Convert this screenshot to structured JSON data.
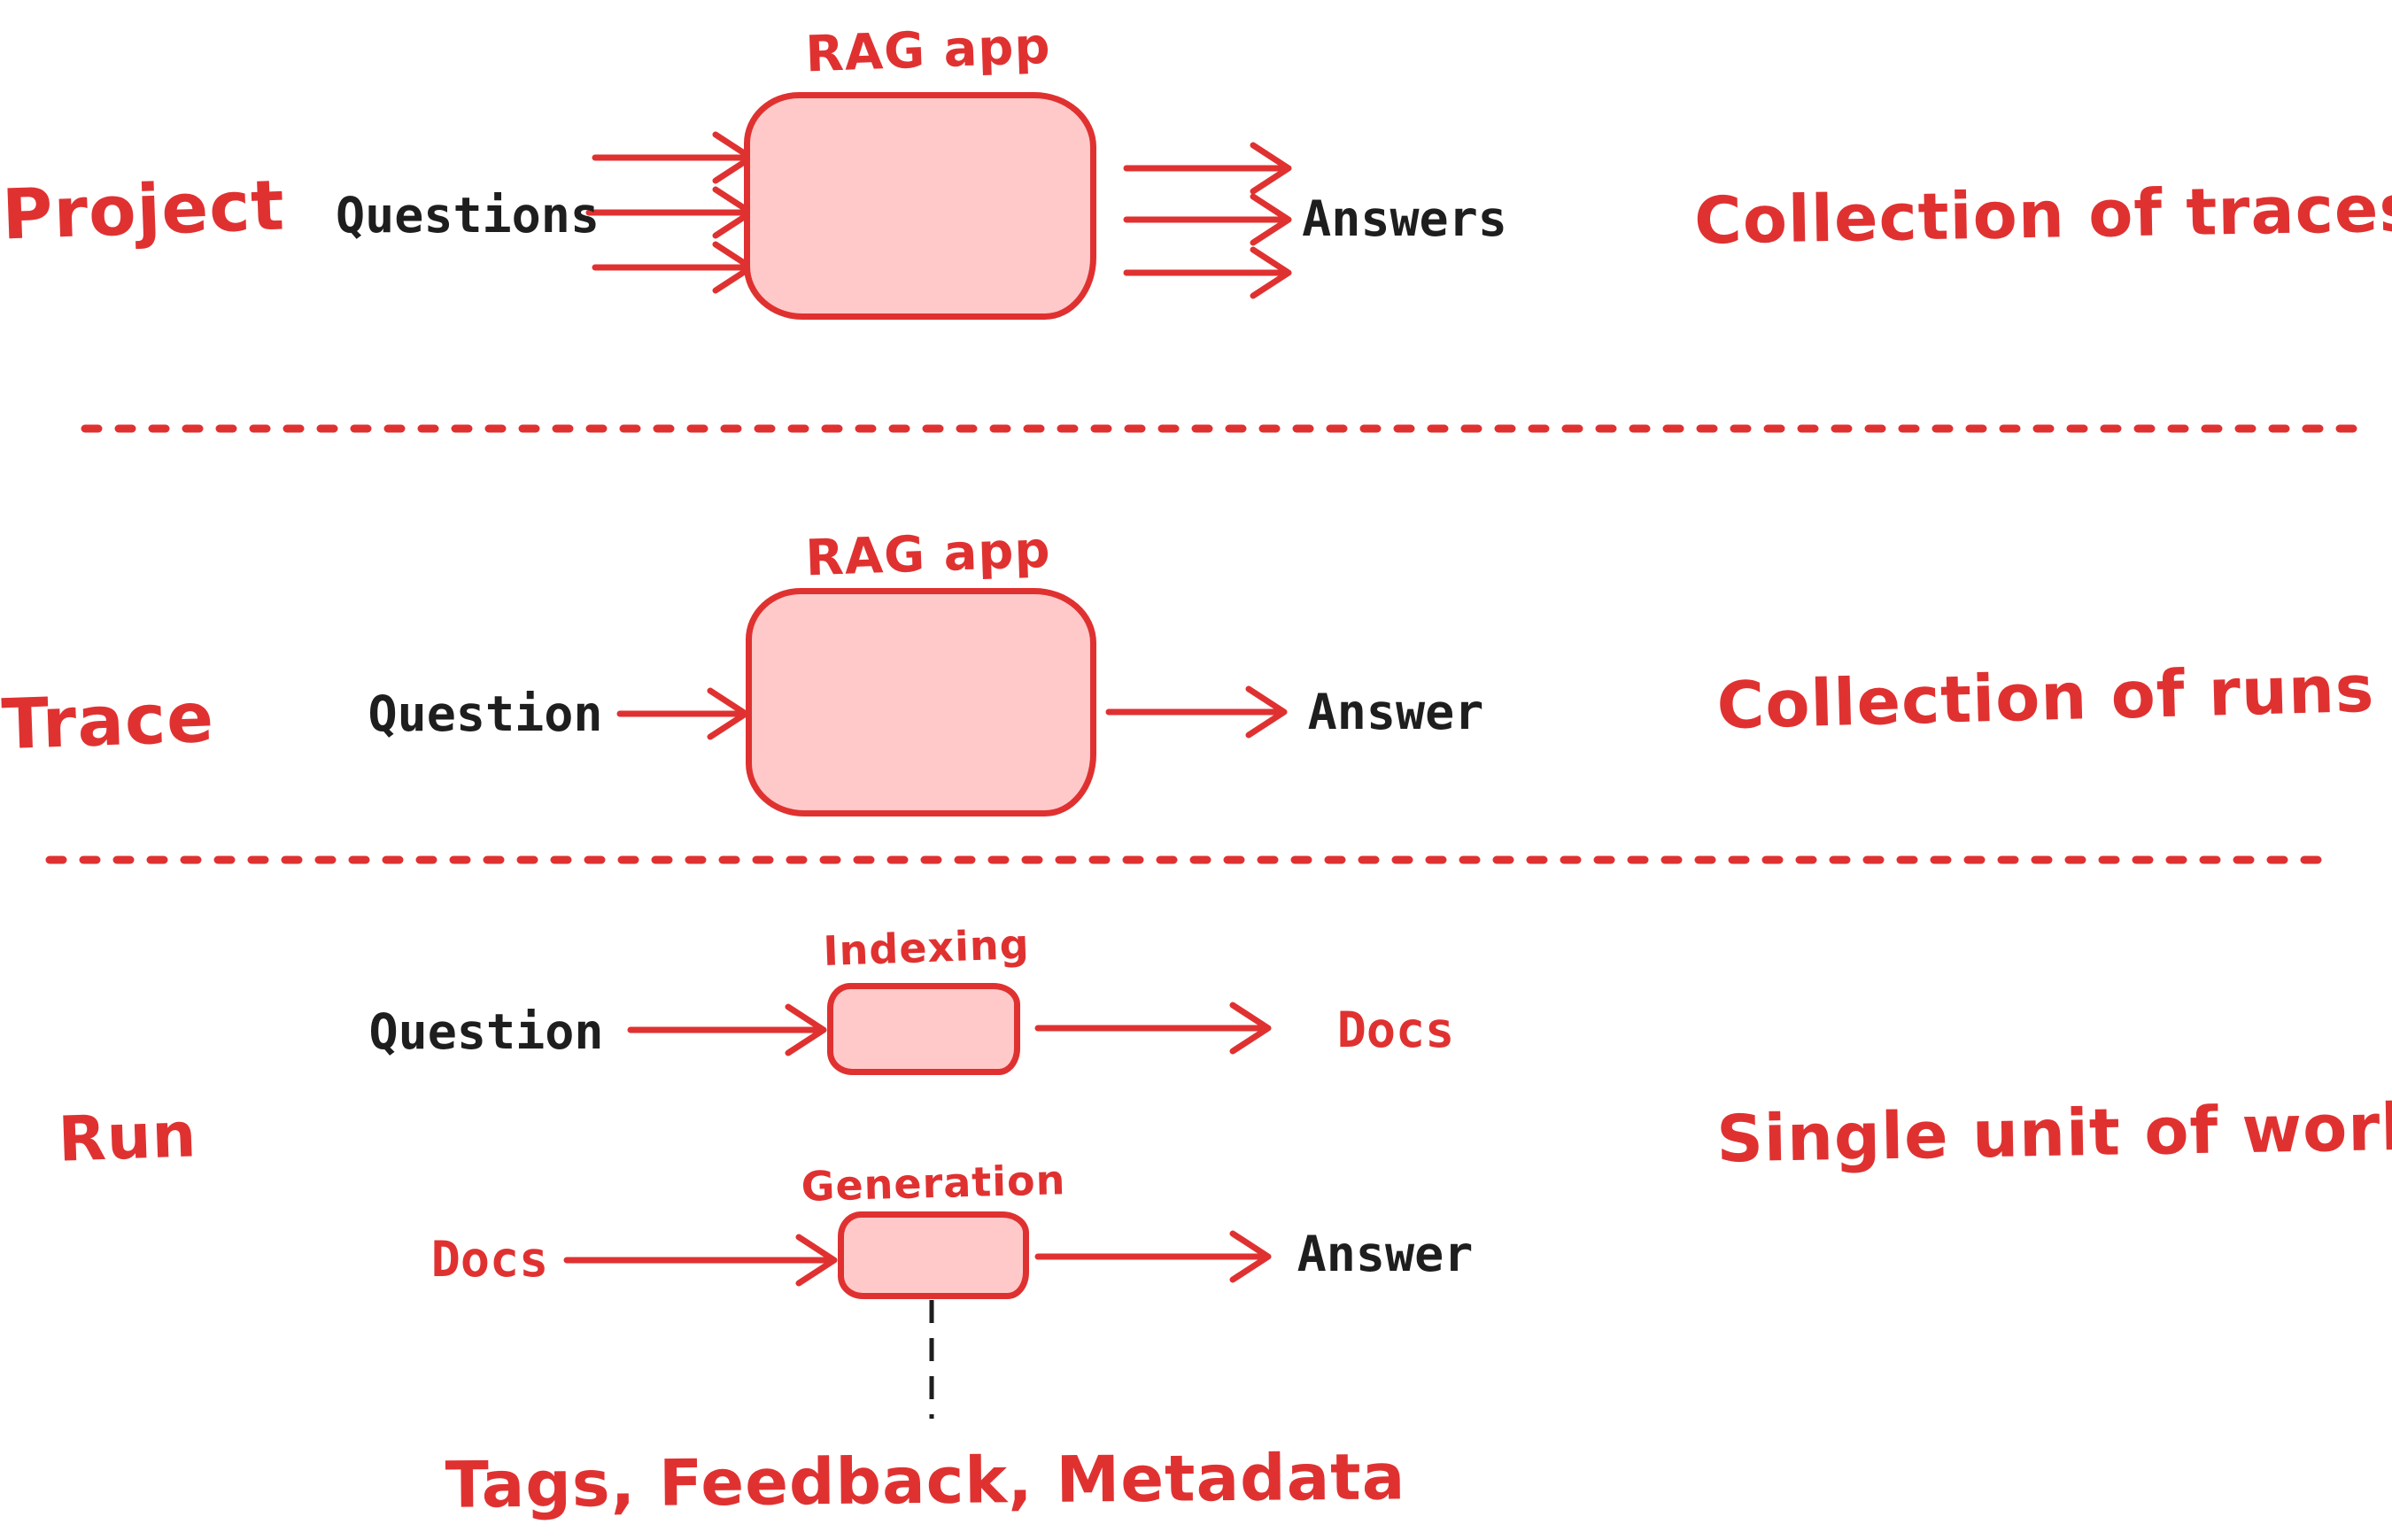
{
  "palette": {
    "red": "#E03131",
    "pink_fill": "#FFC9C9",
    "black": "#1E1E1E",
    "background": "#FFFFFF"
  },
  "sections": {
    "project": {
      "row_label": "Project",
      "input_label": "Questions",
      "box_title": "RAG app",
      "output_label": "Answers",
      "annotation": "Collection of traces"
    },
    "trace": {
      "row_label": "Trace",
      "input_label": "Question",
      "box_title": "RAG app",
      "output_label": "Answer",
      "annotation": "Collection of runs"
    },
    "run": {
      "row_label": "Run",
      "annotation": "Single unit of work",
      "indexing": {
        "box_title": "Indexing",
        "input_label": "Question",
        "output_label": "Docs"
      },
      "generation": {
        "box_title": "Generation",
        "input_label": "Docs",
        "output_label": "Answer"
      },
      "footnote": "Tags, Feedback, Metadata"
    }
  }
}
